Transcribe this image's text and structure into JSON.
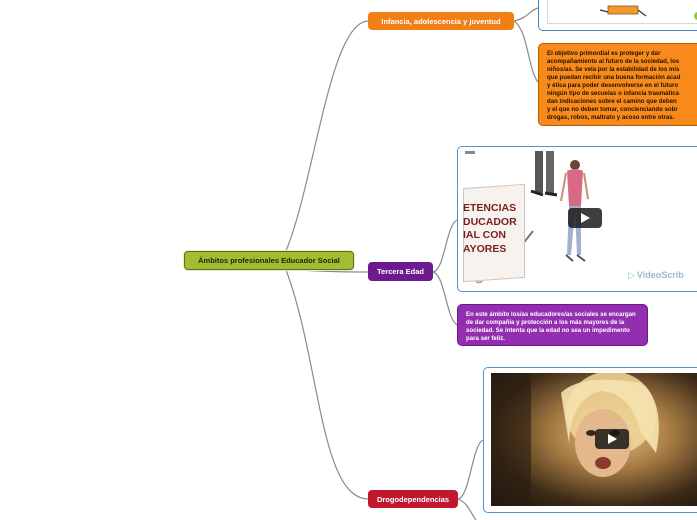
{
  "central": {
    "label": "Ámbitos profesionales Educador Social"
  },
  "branches": [
    {
      "label": "Infancia, adolescencia y juventud",
      "color": "#f07f18"
    },
    {
      "label": "Tercera Edad",
      "color": "#6c1a8e"
    },
    {
      "label": "Drogodependencias",
      "color": "#c0182f"
    }
  ],
  "notes": {
    "infancia_lines": [
      "El objetivo primordial es proteger y dar",
      "acompañamiento al futuro de la sociedad, los",
      "niños/as. Se vela por la estabilidad de los mis",
      "que puedan recibir una buena formación acad",
      "y ética para poder desenvolverse en el futuro",
      "ningún tipo de secuelas o infancia traumática",
      "dan indicaciones sobre el camino que deben",
      "y el que no deben tomar, concienciando sobr",
      "drogas, robos, maltrato y acoso entre otras."
    ],
    "tercera_edad": "En este ámbito los/as educadores/as sociales se encargan de dar compañía y protección a los más mayores de la sociedad. Se intenta que la edad no sea un impedimento para ser feliz."
  },
  "videos": {
    "tercera_edad_text": "ETENCIAS\nDUCADOR\nIAL CON\nAYORES",
    "brand": "VideoScrib"
  },
  "colors": {
    "root": "#a2bd33",
    "connector": "#7b7b7b",
    "frame_border": "#5294d2"
  }
}
